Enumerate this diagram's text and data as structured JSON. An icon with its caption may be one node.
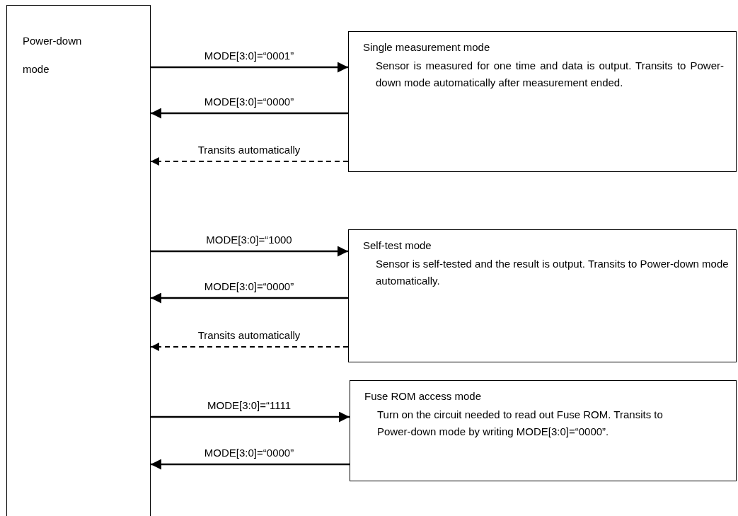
{
  "diagram": {
    "nodes": [
      {
        "text": [
          "Power-down mode"
        ]
      },
      {
        "text": [
          "Single measurement mode",
          "Sensor is measured for one time and data is output. Transits to Power-down mode automatically after measurement ended."
        ]
      },
      {
        "text": [
          "Self-test mode",
          "Sensor is self-tested and the result is output. Transits to Power-down mode automatically."
        ]
      },
      {
        "text": [
          "Fuse ROM access mode",
          "Turn on the circuit needed to read out Fuse ROM. Transits to Power-down mode by writing MODE[3:0]=“0000”."
        ]
      }
    ],
    "edges": [
      {
        "from": 0,
        "to": 1,
        "arrow": "to",
        "label": "MODE[3:0]=“0001”"
      },
      {
        "from": 1,
        "to": 0,
        "arrow": "to",
        "label": "MODE[3:0]=“0000”"
      },
      {
        "from": 1,
        "to": 0,
        "arrow": "to",
        "label": "Transits automatically",
        "style": "dashed"
      },
      {
        "from": 0,
        "to": 2,
        "arrow": "to",
        "label": "MODE[3:0]=“1000"
      },
      {
        "from": 2,
        "to": 0,
        "arrow": "to",
        "label": "MODE[3:0]=“0000”"
      },
      {
        "from": 2,
        "to": 0,
        "arrow": "to",
        "label": "Transits automatically",
        "style": "dashed"
      },
      {
        "from": 0,
        "to": 3,
        "arrow": "to",
        "label": "MODE[3:0]=“1111"
      },
      {
        "from": 3,
        "to": 0,
        "arrow": "to",
        "label": "MODE[3:0]=“0000”"
      }
    ]
  }
}
